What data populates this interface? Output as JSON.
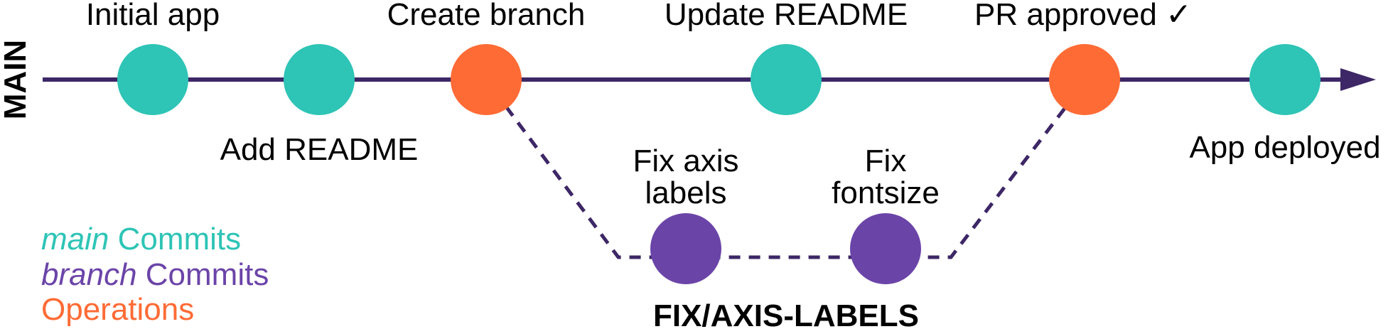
{
  "colors": {
    "line": "#3d2766",
    "main_commit": "#2ec4b6",
    "branch_commit": "#6b44a8",
    "operation": "#ff6b35"
  },
  "main_label": "MAIN",
  "branch_label": "FIX/AXIS-LABELS",
  "main_nodes": [
    {
      "label": "Initial app",
      "kind": "main_commit"
    },
    {
      "label": "Add README",
      "kind": "main_commit"
    },
    {
      "label": "Create branch",
      "kind": "operation"
    },
    {
      "label": "Update README",
      "kind": "main_commit"
    },
    {
      "label": "PR approved ✓",
      "kind": "operation"
    },
    {
      "label": "App deployed",
      "kind": "main_commit"
    }
  ],
  "branch_nodes": [
    {
      "label_lines": [
        "Fix axis",
        "labels"
      ],
      "kind": "branch_commit"
    },
    {
      "label_lines": [
        "Fix",
        "fontsize"
      ],
      "kind": "branch_commit"
    }
  ],
  "legend": [
    {
      "em": "main",
      "text": " Commits",
      "kind": "main_commit"
    },
    {
      "em": "branch",
      "text": " Commits",
      "kind": "branch_commit"
    },
    {
      "em": "",
      "text": "Operations",
      "kind": "operation"
    }
  ]
}
